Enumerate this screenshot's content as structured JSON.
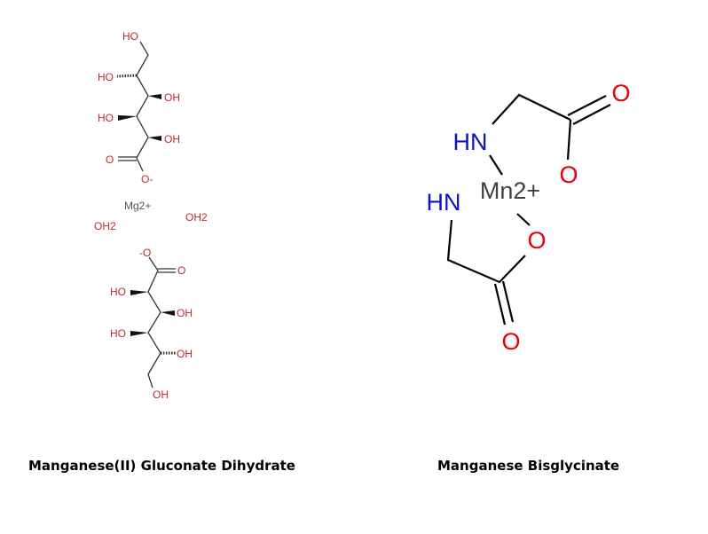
{
  "left_structure": {
    "caption": "Manganese(II) Gluconate Dihydrate",
    "upper_gluconate": {
      "labels": [
        "HO",
        "HO",
        "OH",
        "HO",
        "OH",
        "O",
        "O-"
      ]
    },
    "cation": "Mg2+",
    "water": [
      "OH2",
      "OH2"
    ],
    "lower_gluconate": {
      "labels": [
        "-O",
        "O",
        "HO",
        "OH",
        "HO",
        "OH",
        "OH"
      ]
    }
  },
  "right_structure": {
    "caption": "Manganese Bisglycinate",
    "metal": "Mn2+",
    "labels": {
      "hn_top": "HN",
      "hn_bottom": "HN",
      "o_top_carbonyl": "O",
      "o_top_ring": "O",
      "o_bottom_ring": "O",
      "o_bottom_carbonyl": "O"
    }
  },
  "colors": {
    "oxygen": "#e8000b",
    "nitrogen": "#0a13c8",
    "metal": "#404040",
    "bond": "#000000",
    "left_labels": "#c0282e"
  }
}
